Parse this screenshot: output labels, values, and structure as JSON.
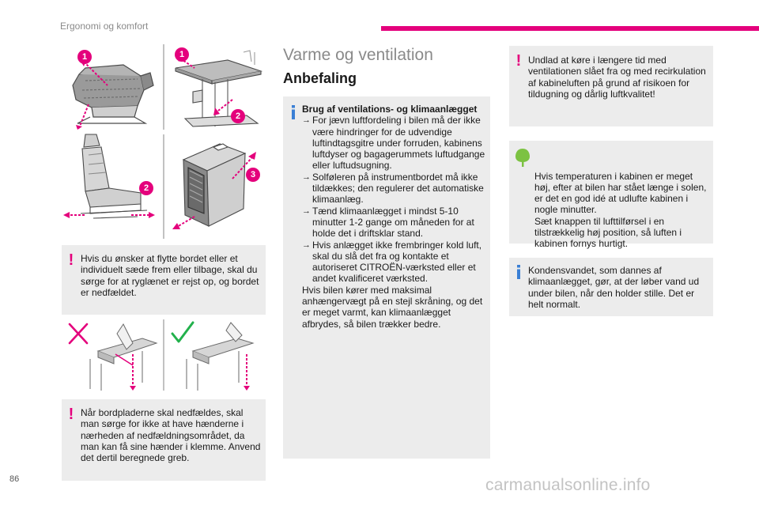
{
  "header": {
    "section": "Ergonomi og komfort",
    "accent_color": "#e4007c"
  },
  "page_number": "86",
  "watermark": "carmanualsonline.info",
  "figures": {
    "markers": [
      "1",
      "1",
      "2",
      "2",
      "3"
    ]
  },
  "left_column": {
    "warning_1": "Hvis du ønsker at flytte bordet eller et individuelt sæde frem eller tilbage, skal du sørge for at ryglænet er rejst op, og bordet er nedfældet.",
    "warning_2": "Når bordpladerne skal nedfældes, skal man sørge for ikke at have hænderne i nærheden af nedfældningsområdet, da man kan få sine hænder i klemme. Anvend det dertil beregnede greb."
  },
  "middle_column": {
    "title": "Varme og ventilation",
    "subtitle": "Anbefaling",
    "vent_heading": "Brug af ventilations- og klimaanlægget",
    "bullets": [
      "For jævn luftfordeling i bilen må der ikke være hindringer for de udvendige luftindtagsgitre under forruden, kabinens luftdyser og bagagerummets luftudgange eller luftudsugning.",
      "Solføleren på instrumentbordet må ikke tildækkes; den regulerer det automatiske klimaanlæg.",
      "Tænd klimaanlægget i mindst 5-10 minutter 1-2 gange om måneden for at holde det i driftsklar stand.",
      "Hvis anlægget ikke frembringer kold luft, skal du slå det fra og kontakte et autoriseret CITROËN-værksted eller et andet kvalificeret værksted."
    ],
    "closing": "Hvis bilen kører med maksimal anhængervægt på en stejl skråning, og det er meget varmt, kan klimaanlægget afbrydes, så bilen trækker bedre."
  },
  "right_column": {
    "warning": "Undlad at køre i længere tid med ventilationen slået fra og med recirkulation af kabineluften på grund af risikoen for tildugning og dårlig luftkvalitet!",
    "eco_tip": "Hvis temperaturen i kabinen er meget høj, efter at bilen har stået længe i solen, er det en god idé at udlufte kabinen i nogle minutter.\nSæt knappen til lufttilførsel i en tilstrækkelig høj position, så luften i kabinen fornys hurtigt.",
    "info": "Kondensvandet, som dannes af klimaanlægget, gør, at der løber vand ud under bilen, når den holder stille. Det er helt normalt."
  }
}
